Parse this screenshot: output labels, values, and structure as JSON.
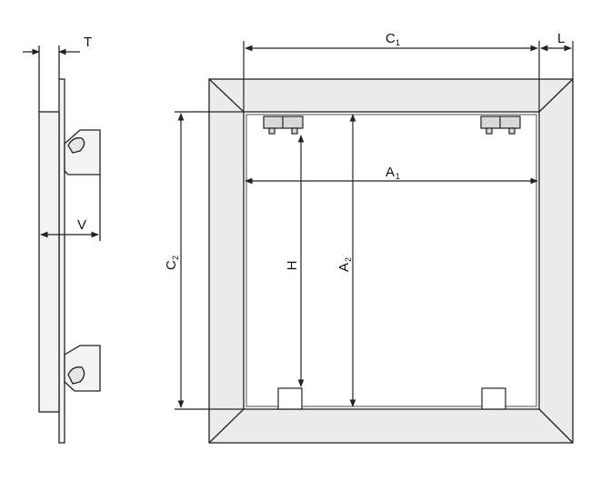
{
  "colors": {
    "line": "#222222",
    "frame_fill": "#ececec",
    "side_fill": "#f3f3f3",
    "hinge_fill": "#d9d9d9",
    "background": "#ffffff"
  },
  "labels": {
    "t": "T",
    "v": "V",
    "l": "L",
    "c1_main": "C",
    "c1_sub": "1",
    "a1_main": "A",
    "a1_sub": "1",
    "h": "H",
    "a2_main": "A",
    "a2_sub": "2",
    "c2_main": "C",
    "c2_sub": "2"
  },
  "views": {
    "side_view": "side-profile",
    "front_view": "front-panel"
  },
  "icons": {
    "hinge": "hinge-icon",
    "latch": "latch-icon"
  }
}
